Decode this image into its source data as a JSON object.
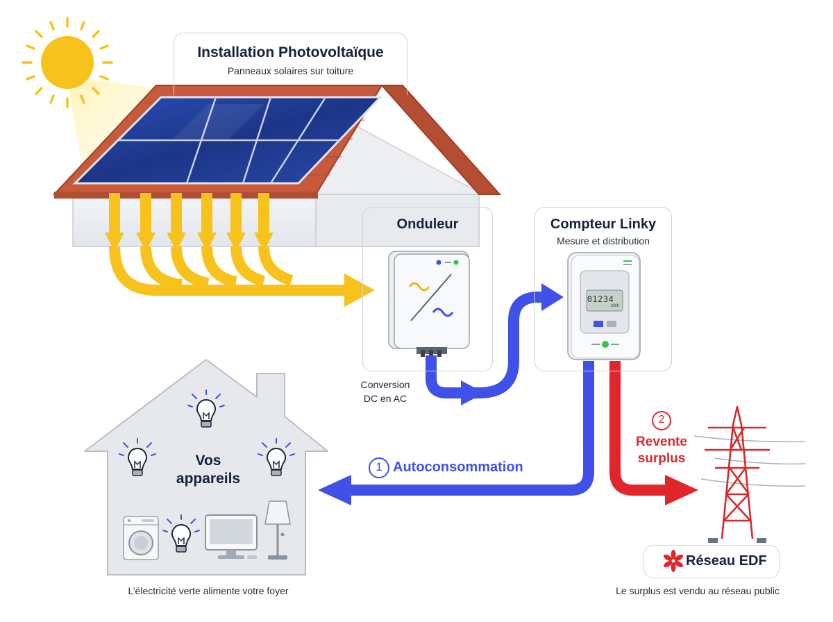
{
  "installation": {
    "title": "Installation Photovoltaïque",
    "subtitle": "Panneaux solaires sur toiture"
  },
  "inverter": {
    "title": "Onduleur",
    "caption_line1": "Conversion",
    "caption_line2": "DC en AC"
  },
  "meter": {
    "title": "Compteur Linky",
    "subtitle": "Mesure et distribution",
    "display": "01234",
    "unit": "kWh"
  },
  "home": {
    "title_line1": "Vos",
    "title_line2": "appareils",
    "caption": "L’électricité verte alimente votre foyer"
  },
  "flows": {
    "self_consumption": {
      "number": "1",
      "label": "Autoconsommation"
    },
    "resale": {
      "number": "2",
      "label_line1": "Revente",
      "label_line2": "surplus"
    }
  },
  "grid": {
    "name": "Réseau EDF",
    "caption": "Le surplus est vendu au réseau public"
  },
  "colors": {
    "solar_flow": "#f7c21b",
    "self_consumption_flow": "#3f51e8",
    "resale_flow": "#e0262b",
    "title_text": "#16213e",
    "sun": "#f7c21b",
    "panel": "#1f3a93",
    "roof_tile": "#c85a3c"
  },
  "icons": [
    "sun-icon",
    "solar-panel-icon",
    "inverter-icon",
    "meter-icon",
    "lightbulb-icon",
    "washing-machine-icon",
    "monitor-icon",
    "floor-lamp-icon",
    "pylon-icon",
    "edf-logo-icon"
  ]
}
